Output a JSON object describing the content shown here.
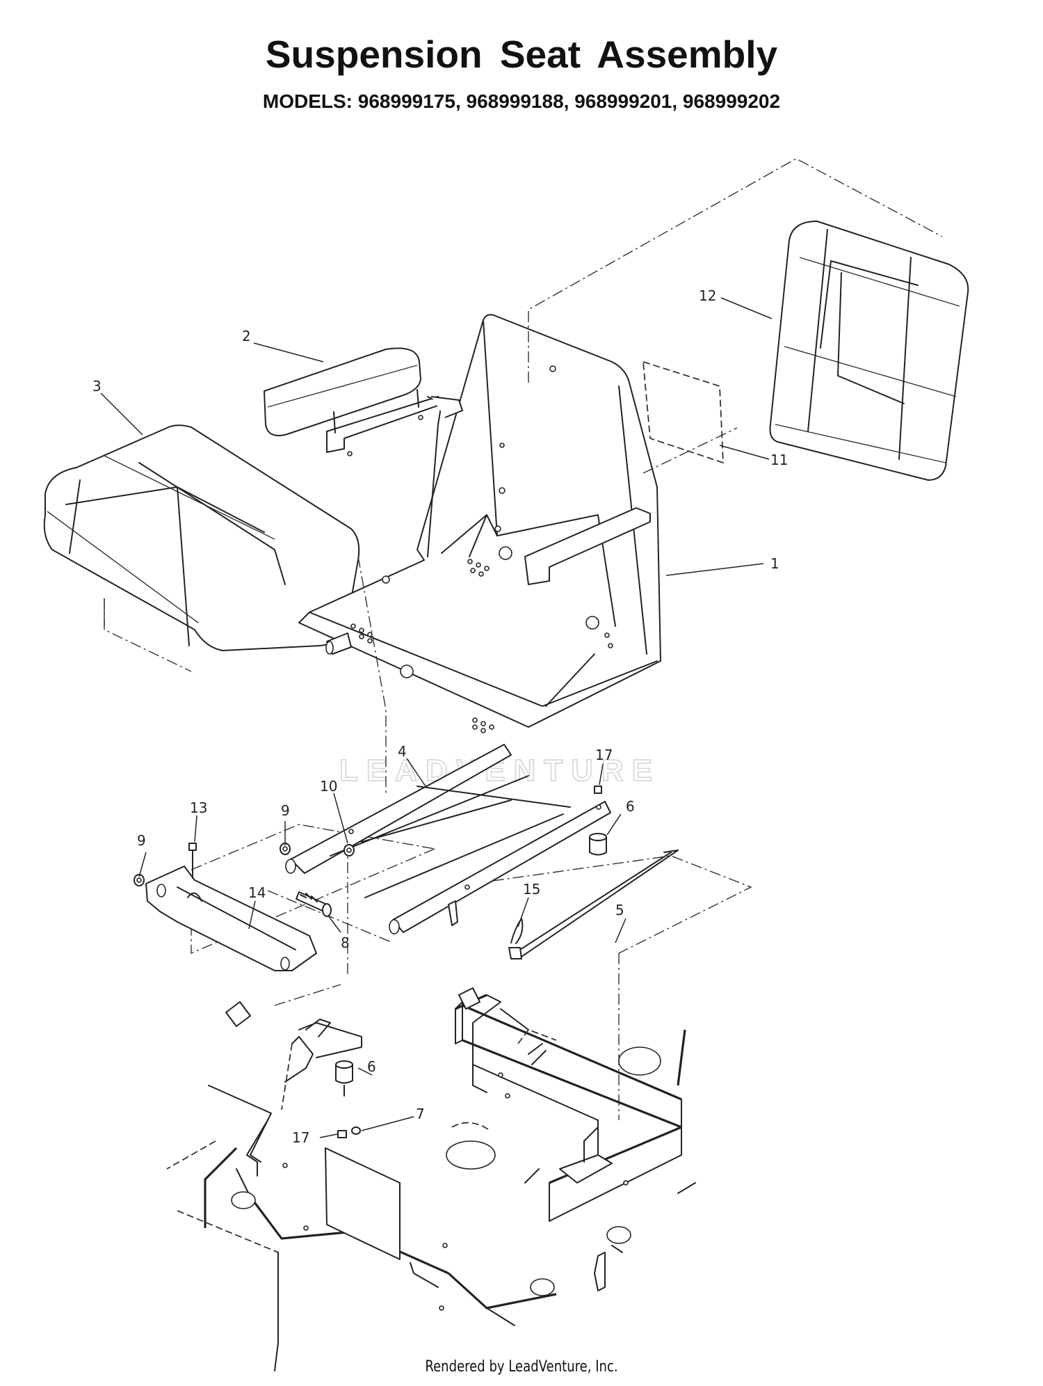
{
  "title": "Suspension Seat Assembly",
  "models": "MODELS: 968999175, 968999188, 968999201, 968999202",
  "footer": "Rendered by LeadVenture, Inc.",
  "watermark": "LEADVENTURE",
  "callouts": {
    "c1": "1",
    "c2": "2",
    "c3": "3",
    "c4": "4",
    "c5": "5",
    "c6a": "6",
    "c6b": "6",
    "c7": "7",
    "c8": "8",
    "c9a": "9",
    "c9b": "9",
    "c10": "10",
    "c11": "11",
    "c12": "12",
    "c13": "13",
    "c14": "14",
    "c15": "15",
    "c17a": "17",
    "c17b": "17"
  }
}
